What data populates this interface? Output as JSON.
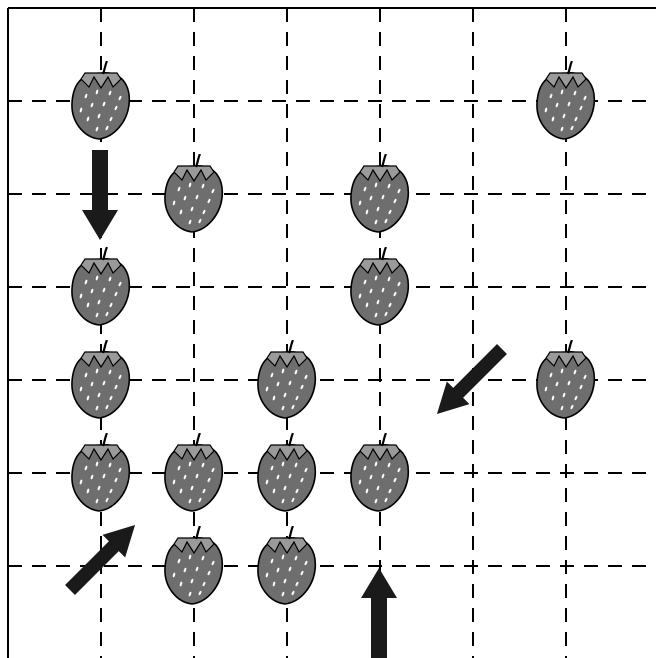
{
  "board": {
    "rows": 7,
    "cols": 7,
    "line_color": "#000000",
    "fruit_fill": "#6e6e6e",
    "leaf_fill": "#9a9a9a",
    "arrow_fill": "#1a1a1a"
  },
  "strawberries": [
    {
      "col": 1,
      "row": 1
    },
    {
      "col": 6,
      "row": 1
    },
    {
      "col": 2,
      "row": 2
    },
    {
      "col": 4,
      "row": 2
    },
    {
      "col": 1,
      "row": 3
    },
    {
      "col": 4,
      "row": 3
    },
    {
      "col": 1,
      "row": 4
    },
    {
      "col": 3,
      "row": 4
    },
    {
      "col": 6,
      "row": 4
    },
    {
      "col": 1,
      "row": 5
    },
    {
      "col": 2,
      "row": 5
    },
    {
      "col": 3,
      "row": 5
    },
    {
      "col": 4,
      "row": 5
    },
    {
      "col": 2,
      "row": 6
    },
    {
      "col": 3,
      "row": 6
    }
  ],
  "arrows": [
    {
      "name": "arrow-down",
      "direction": "down"
    },
    {
      "name": "arrow-up",
      "direction": "up"
    },
    {
      "name": "arrow-down-left",
      "direction": "down-left"
    },
    {
      "name": "arrow-up-right",
      "direction": "up-right"
    }
  ]
}
